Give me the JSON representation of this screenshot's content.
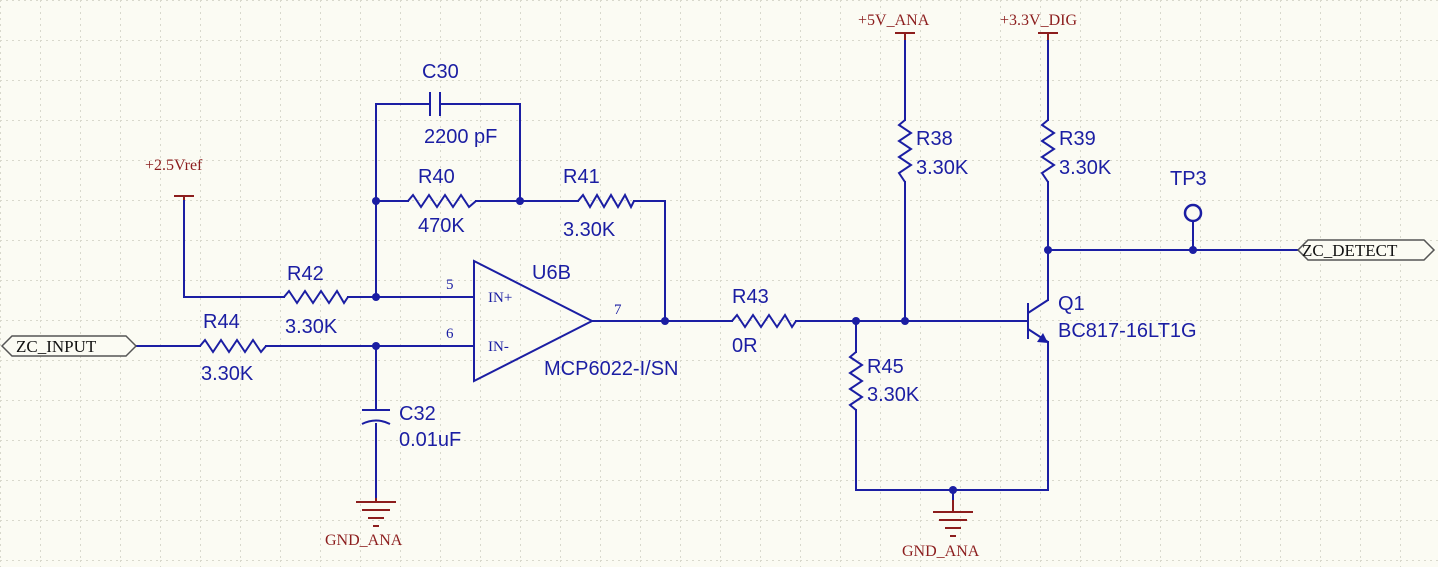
{
  "power": {
    "vref": "+2.5Vref",
    "ana5v": "+5V_ANA",
    "dig33v": "+3.3V_DIG",
    "gnd_left": "GND_ANA",
    "gnd_right": "GND_ANA"
  },
  "ports": {
    "input": "ZC_INPUT",
    "output": "ZC_DETECT"
  },
  "components": {
    "c30": {
      "ref": "C30",
      "value": "2200 pF"
    },
    "r40": {
      "ref": "R40",
      "value": "470K"
    },
    "r41": {
      "ref": "R41",
      "value": "3.30K"
    },
    "r42": {
      "ref": "R42",
      "value": "3.30K"
    },
    "r44": {
      "ref": "R44",
      "value": "3.30K"
    },
    "c32": {
      "ref": "C32",
      "value": "0.01uF"
    },
    "u6b": {
      "ref": "U6B",
      "value": "MCP6022-I/SN",
      "pin_plus": "IN+",
      "pin_minus": "IN-",
      "pin5": "5",
      "pin6": "6",
      "pin7": "7"
    },
    "r43": {
      "ref": "R43",
      "value": "0R"
    },
    "r45": {
      "ref": "R45",
      "value": "3.30K"
    },
    "r38": {
      "ref": "R38",
      "value": "3.30K"
    },
    "r39": {
      "ref": "R39",
      "value": "3.30K"
    },
    "q1": {
      "ref": "Q1",
      "value": "BC817-16LT1G"
    },
    "tp3": {
      "ref": "TP3"
    }
  },
  "colors": {
    "wire": "#1b1ea3",
    "power": "#8c1d1d",
    "background": "#fbfbf3"
  }
}
